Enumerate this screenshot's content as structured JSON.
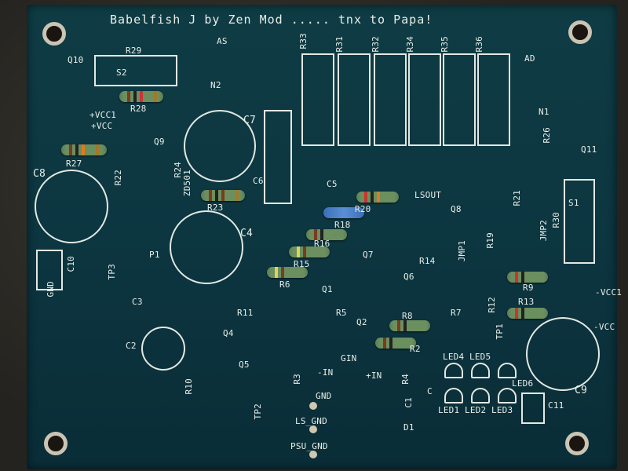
{
  "board": {
    "title": "Babelfish J by Zen Mod ..... tnx to Papa!"
  },
  "labels": {
    "S2": "S2",
    "R29": "R29",
    "AS": "AS",
    "N2": "N2",
    "Q10": "Q10",
    "R33": "R33",
    "R31": "R31",
    "R32": "R32",
    "R34": "R34",
    "R35": "R35",
    "R36": "R36",
    "AD": "AD",
    "N1": "N1",
    "R26": "R26",
    "Q11": "Q11",
    "R28": "R28",
    "VCC1": "+VCC1",
    "VCC": "+VCC",
    "Q9": "Q9",
    "C7": "C7",
    "C6": "C6",
    "C8": "C8",
    "R27": "R27",
    "R22": "R22",
    "R24": "R24",
    "ZD501": "ZD501",
    "R23": "R23",
    "C5": "C5",
    "LSOUT": "LSOUT",
    "Q8": "Q8",
    "R21": "R21",
    "R30": "R30",
    "S1": "S1",
    "R20": "R20",
    "R18": "R18",
    "C4": "C4",
    "R16": "R16",
    "JMP1": "JMP1",
    "JMP2": "JMP2",
    "R19": "R19",
    "R15": "R15",
    "Q7": "Q7",
    "R14": "R14",
    "R9": "R9",
    "C10": "C10",
    "P1": "P1",
    "TP3": "TP3",
    "R6": "R6",
    "Q1": "Q1",
    "Q6": "Q6",
    "R7": "R7",
    "R12": "R12",
    "R13": "R13",
    "VCC_NEG": "-VCC1",
    "C3": "C3",
    "R11": "R11",
    "Q2": "Q2",
    "R5": "R5",
    "R8": "R8",
    "VCC_NEG2": "-VCC",
    "C2": "C2",
    "Q4": "Q4",
    "Q5": "Q5",
    "R2": "R2",
    "GIN": "GIN",
    "TP1": "TP1",
    "IN_NEG": "-IN",
    "IN_POS": "+IN",
    "LED4": "LED4",
    "LED5": "LED5",
    "LED6": "LED6",
    "C9": "C9",
    "R10": "R10",
    "R3": "R3",
    "R4": "R4",
    "GND": "GND",
    "C1": "C1",
    "TP2": "TP2",
    "LED1": "LED1",
    "LED2": "LED2",
    "LED3": "LED3",
    "C11": "C11",
    "D1": "D1",
    "LS_GND": "LS_GND",
    "PSU_GND": "PSU_GND",
    "C": "C",
    "GND_ROT": "GND"
  }
}
